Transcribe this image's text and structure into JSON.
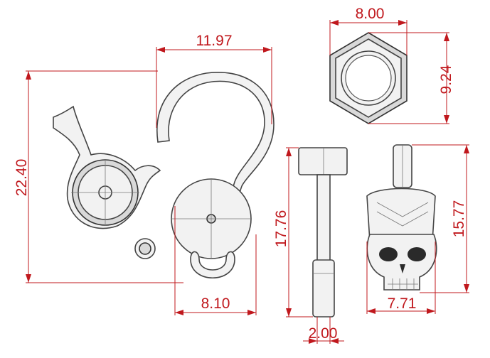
{
  "dimensions": {
    "overall_height": "22.40",
    "hook_width": "11.97",
    "hex_width": "8.00",
    "hex_height": "9.24",
    "pin_height": "17.76",
    "skull_height": "15.77",
    "body_width": "8.10",
    "skull_width": "7.71",
    "pin_width": "2.00"
  },
  "colors": {
    "dimension": "#c0181d",
    "outline": "#444444",
    "fill": "#f2f2f2"
  }
}
